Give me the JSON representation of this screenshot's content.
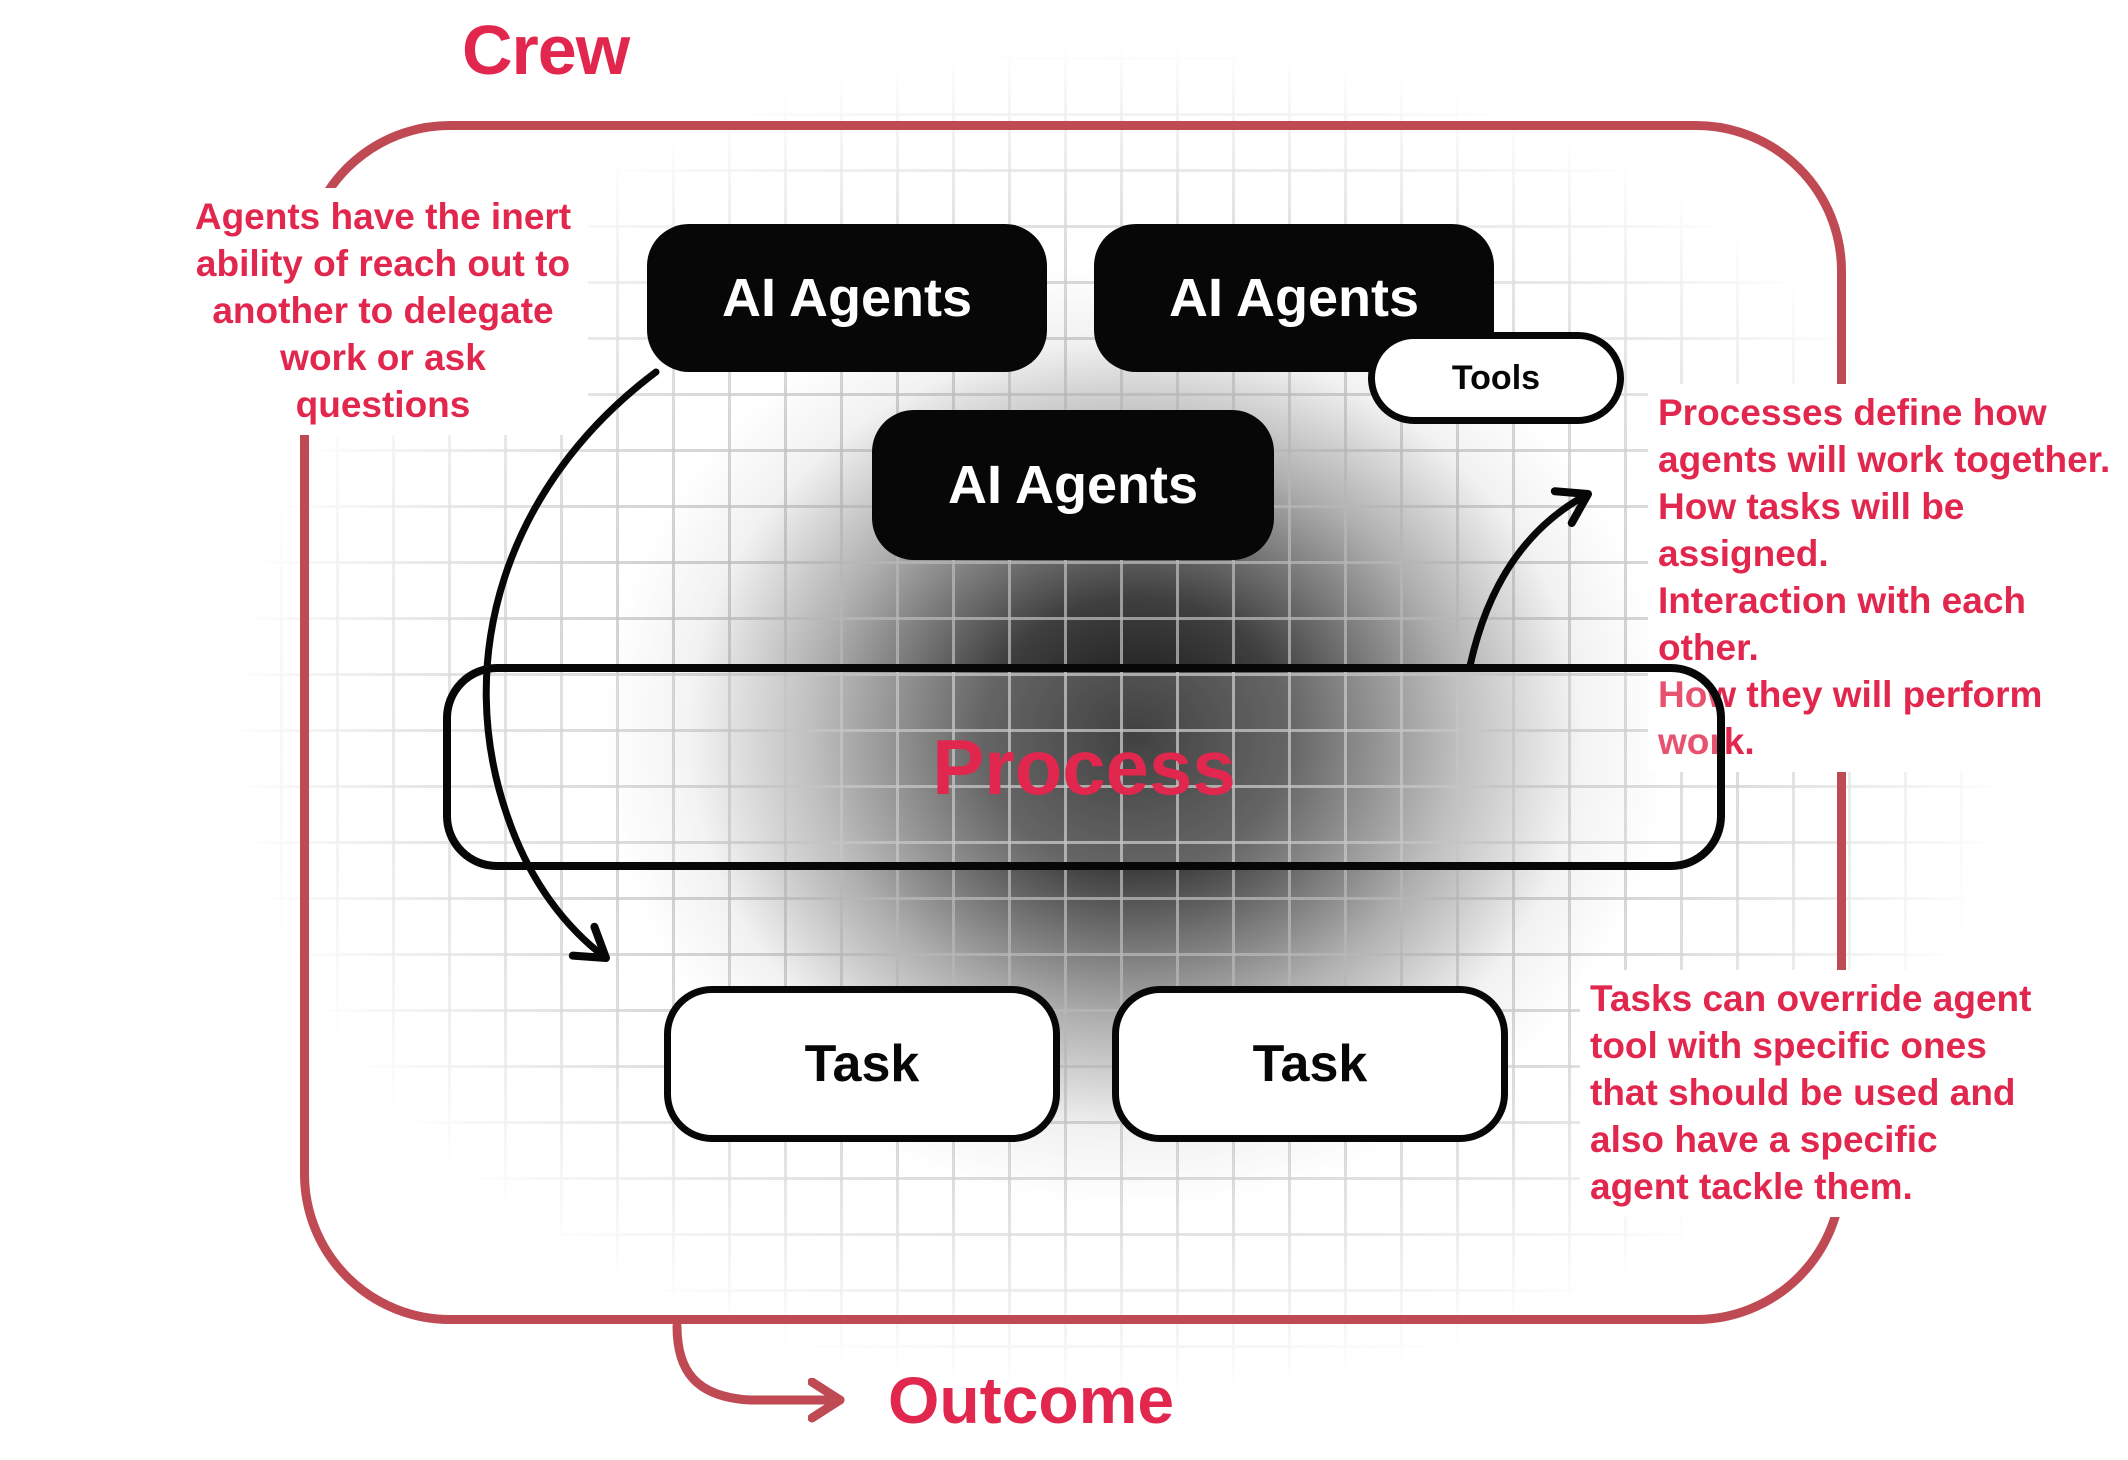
{
  "diagram": {
    "title": "Crew",
    "outcome": "Outcome",
    "process_label": "Process",
    "agent_boxes": [
      "AI Agents",
      "AI Agents",
      "AI Agents"
    ],
    "tools_label": "Tools",
    "task_boxes": [
      "Task",
      "Task"
    ],
    "annotations": {
      "left": "Agents have the inert\nability of reach out to\nanother to delegate\nwork or ask questions",
      "process": "Processes define how\nagents will work together.\nHow tasks will be assigned.\nInteraction with each other.\nHow they will perform work.",
      "tasks": "Tasks can override agent\ntool with specific ones\nthat should be used and\nalso have a specific\nagent tackle them."
    },
    "colors": {
      "accent": "#e2274e",
      "border": "#bf4a54",
      "box": "#070707"
    }
  }
}
